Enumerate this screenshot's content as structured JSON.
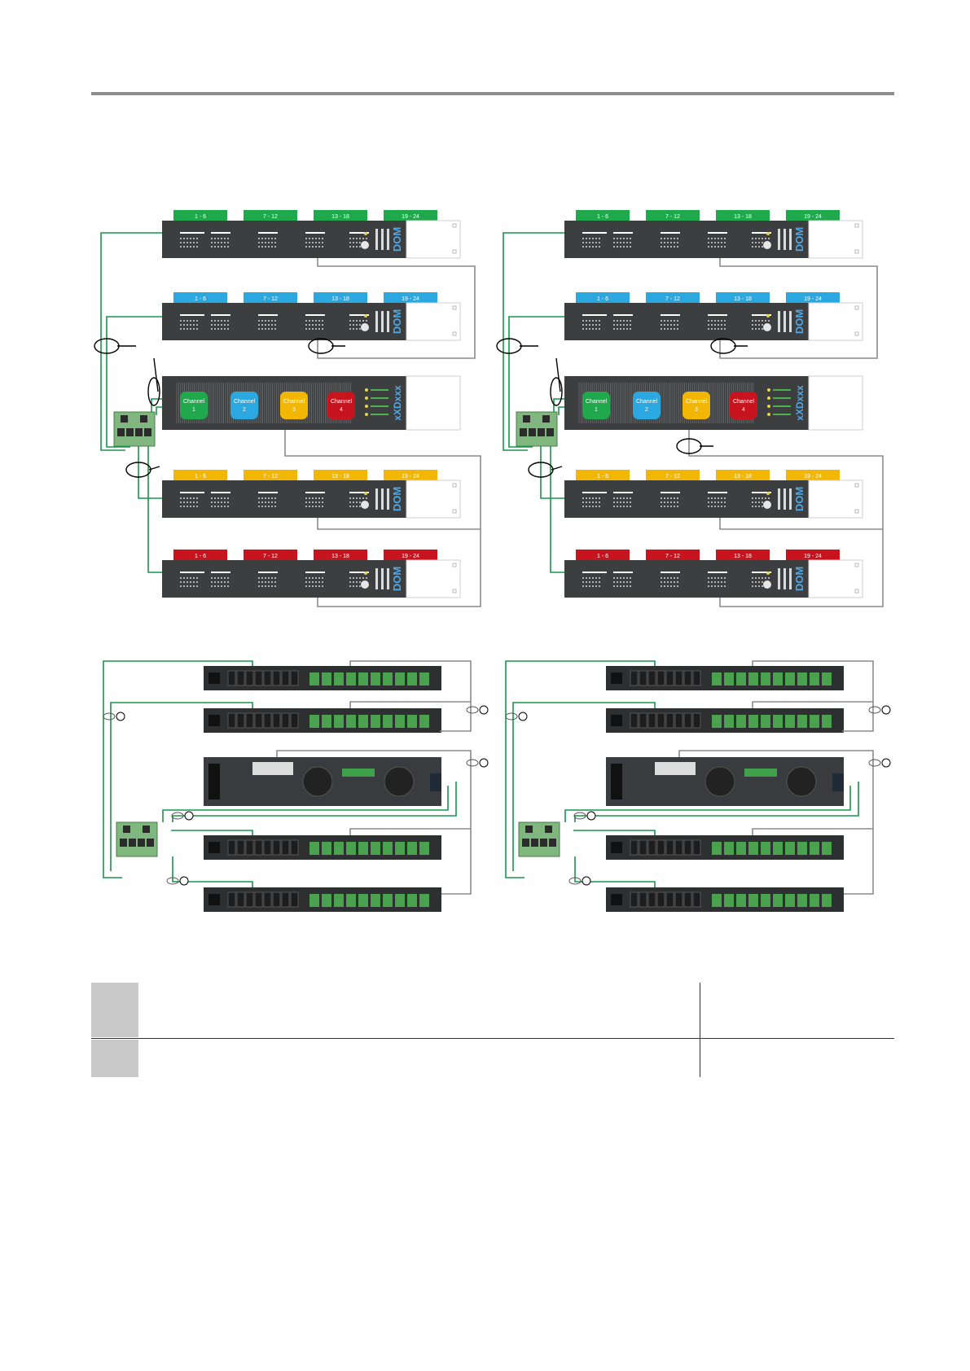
{
  "colors": {
    "channel1": "#1fa84c",
    "channel2": "#2ba8e0",
    "channel3": "#f2b705",
    "channel4": "#c8141e",
    "device_body": "#3d3e40",
    "cable_green": "#17964a",
    "cable_gray": "#8a8a8a",
    "rule_gray": "#8c8c8c"
  },
  "dom": {
    "brand": "DOM",
    "zone_labels": [
      "1 - 6",
      "7 - 12",
      "13 - 18",
      "19 - 24"
    ]
  },
  "amp": {
    "model": "xXDxxx",
    "channels": [
      {
        "line1": "Channel",
        "line2": "1"
      },
      {
        "line1": "Channel",
        "line2": "2"
      },
      {
        "line1": "Channel",
        "line2": "3"
      },
      {
        "line1": "Channel",
        "line2": "4"
      }
    ]
  },
  "table": {
    "rows": [
      {
        "number": "",
        "text": "",
        "note": ""
      },
      {
        "number": "",
        "text": "",
        "note": ""
      }
    ]
  }
}
